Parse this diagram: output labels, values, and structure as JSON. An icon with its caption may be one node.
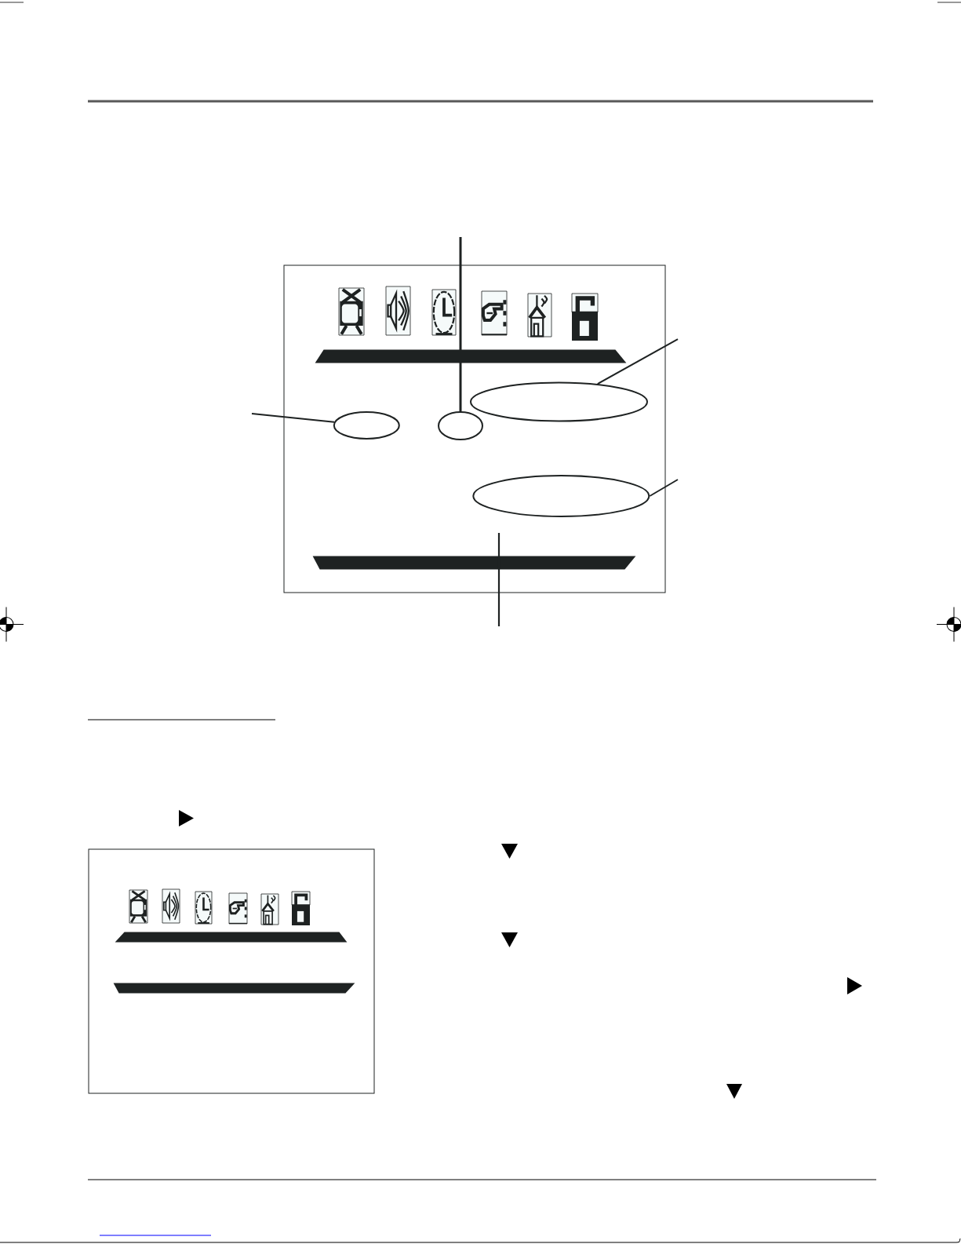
{
  "diagram": {
    "nodes": [
      {
        "text": [],
        "shape": "box"
      },
      {
        "text": [],
        "shape": "bar",
        "in": 0
      },
      {
        "text": [],
        "shape": "ellipse",
        "in": 0
      },
      {
        "text": [],
        "shape": "ellipse",
        "in": 0
      },
      {
        "text": [],
        "shape": "ellipse",
        "in": 0
      },
      {
        "text": [],
        "shape": "ellipse",
        "in": 0
      },
      {
        "text": [],
        "shape": "bar",
        "in": 0
      },
      {
        "text": [],
        "shape": "box"
      },
      {
        "text": [],
        "shape": "bar",
        "in": 7
      },
      {
        "text": [],
        "shape": "bar",
        "in": 7
      }
    ],
    "edges": [
      {
        "from": null,
        "to": 4,
        "arrow": "none"
      },
      {
        "from": null,
        "to": 2,
        "arrow": "none"
      },
      {
        "from": null,
        "to": 3,
        "arrow": "none"
      },
      {
        "from": null,
        "to": 5,
        "arrow": "none"
      }
    ]
  }
}
